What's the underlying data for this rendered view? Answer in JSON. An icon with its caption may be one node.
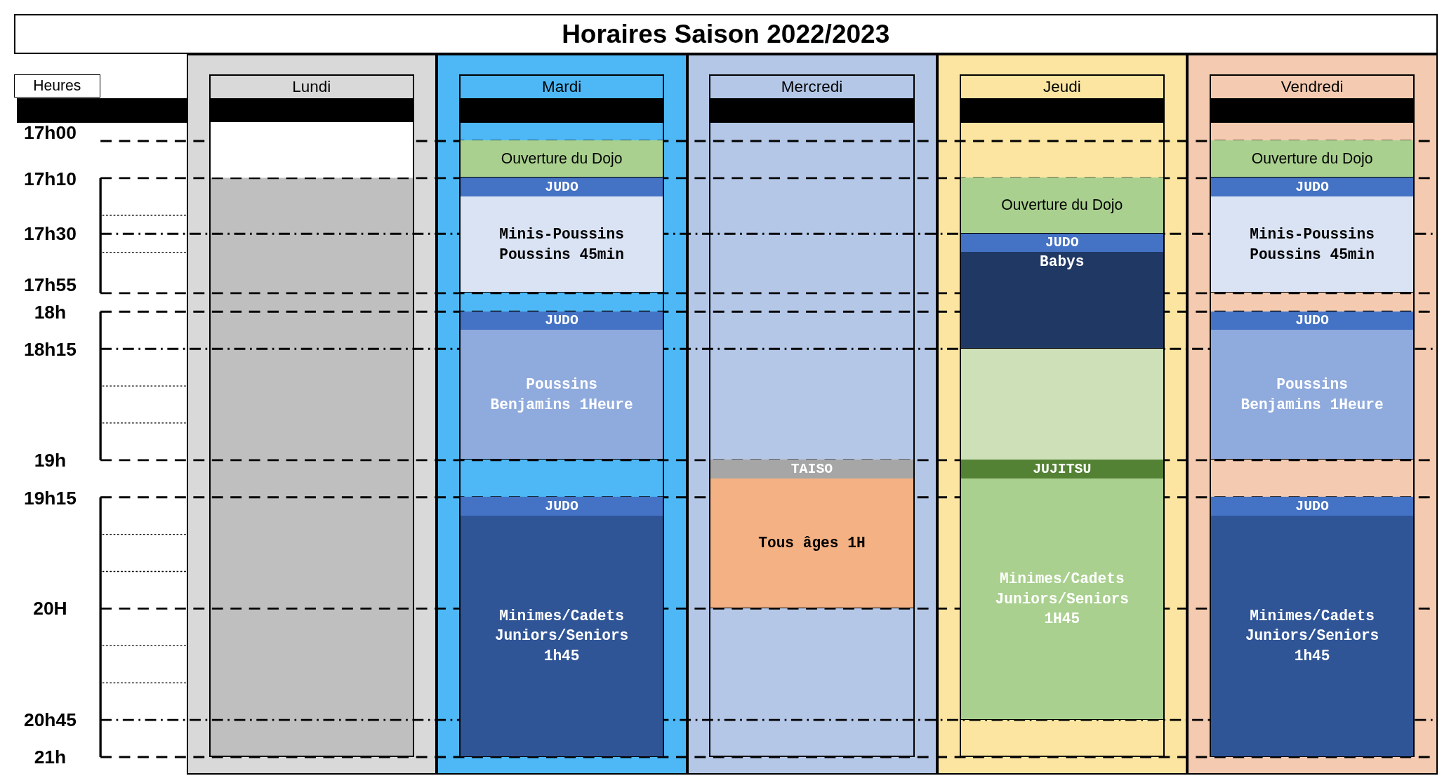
{
  "diagram": {
    "title": "Horaires Saison 2022/2023",
    "nodes": [
      {
        "text": [
          "Lundi"
        ]
      },
      {
        "text": [
          "Mardi"
        ]
      },
      {
        "text": [
          "Ouverture du Dojo"
        ],
        "in": 1
      },
      {
        "text": [
          "JUDO",
          "Minis-Poussins Poussins 45min"
        ],
        "in": 1
      },
      {
        "text": [
          "JUDO",
          "Poussins Benjamins 1Heure"
        ],
        "in": 1
      },
      {
        "text": [
          "JUDO",
          "Minimes/Cadets Juniors/Seniors 1h45"
        ],
        "in": 1
      },
      {
        "text": [
          "Mercredi"
        ]
      },
      {
        "text": [
          "TAISO",
          "Tous âges 1H"
        ],
        "in": 6
      },
      {
        "text": [
          "Jeudi"
        ]
      },
      {
        "text": [
          "Ouverture du Dojo"
        ],
        "in": 8
      },
      {
        "text": [
          "JUDO",
          "Babys"
        ],
        "in": 8
      },
      {
        "text": [
          "JUJITSU",
          "Minimes/Cadets Juniors/Seniors 1H45"
        ],
        "in": 8
      },
      {
        "text": [
          "Vendredi"
        ]
      },
      {
        "text": [
          "Ouverture du Dojo"
        ],
        "in": 12
      },
      {
        "text": [
          "JUDO",
          "Minis-Poussins Poussins 45min"
        ],
        "in": 12
      },
      {
        "text": [
          "JUDO",
          "Poussins Benjamins 1Heure"
        ],
        "in": 12
      },
      {
        "text": [
          "JUDO",
          "Minimes/Cadets Juniors/Seniors 1h45"
        ],
        "in": 12
      },
      {
        "text": [],
        "shape": "box",
        "in": 0
      },
      {
        "text": [],
        "shape": "box",
        "in": 8
      }
    ],
    "edges": [],
    "labels": [
      "Heures",
      "17h00",
      "17h10",
      "17h30",
      "17h55",
      "18h",
      "18h15",
      "19h",
      "19h15",
      "20H",
      "20h45",
      "21h"
    ]
  }
}
